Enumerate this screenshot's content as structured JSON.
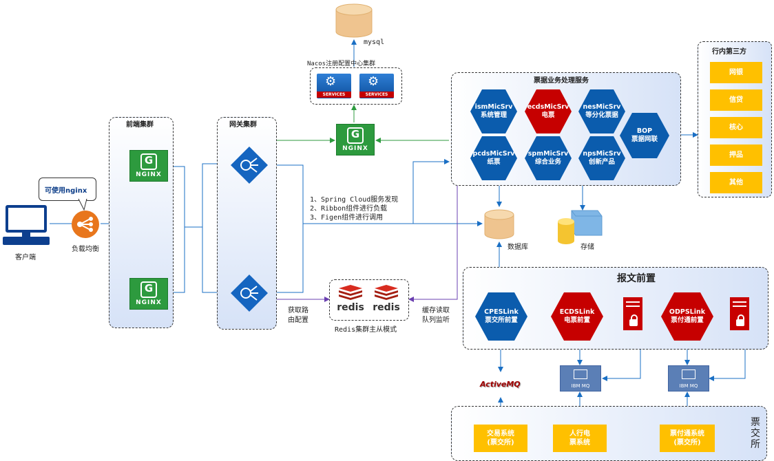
{
  "client": {
    "label": "客户端"
  },
  "lb": {
    "label": "负载均衡",
    "callout": "可使用nginx"
  },
  "frontend": {
    "label": "前端集群",
    "nginx_text": "NGINX"
  },
  "gateway": {
    "label": "网关集群"
  },
  "nacos": {
    "label": "Nacos注册配置中心集群",
    "services_text": "SERVICES"
  },
  "mysql": {
    "label": "mysql"
  },
  "notes": {
    "line1": "1、Spring Cloud服务发现",
    "line2": "2、Ribbon组件进行负载",
    "line3": "3、Figen组件进行调用",
    "route_config_1": "获取路",
    "route_config_2": "由配置",
    "cache_read_1": "缓存读取",
    "cache_read_2": "队列监听"
  },
  "redis": {
    "label": "Redis集群主从模式",
    "logo_text": "redis"
  },
  "business": {
    "title": "票据业务处理服务",
    "services": [
      {
        "name": "ismMicSrv",
        "desc": "系统管理",
        "color": "blue"
      },
      {
        "name": "ecdsMicSrv",
        "desc": "电票",
        "color": "red"
      },
      {
        "name": "nesMicSrv",
        "desc": "等分化票据",
        "color": "blue"
      },
      {
        "name": "pcdsMicSrv",
        "desc": "纸票",
        "color": "blue"
      },
      {
        "name": "spmMicSrv",
        "desc": "综合业务",
        "color": "blue"
      },
      {
        "name": "npsMicSrv",
        "desc": "创新产品",
        "color": "blue"
      },
      {
        "name": "BOP",
        "desc": "票据网联",
        "color": "blue"
      }
    ]
  },
  "thirdparty": {
    "title": "行内第三方",
    "items": [
      "网银",
      "信贷",
      "核心",
      "押品",
      "其他"
    ]
  },
  "storage": {
    "db_label": "数据库",
    "store_label": "存储"
  },
  "gateway_front": {
    "title": "报文前置",
    "links": [
      {
        "name": "CPESLink",
        "desc": "票交所前置",
        "color": "blue"
      },
      {
        "name": "ECDSLink",
        "desc": "电票前置",
        "color": "red"
      },
      {
        "name": "ODPSLink",
        "desc": "票付通前置",
        "color": "red"
      }
    ]
  },
  "mq": {
    "activemq": "ActiveMQ",
    "ibm_label": "IBM MQ"
  },
  "exchange": {
    "side_label": "票交所",
    "items": [
      {
        "line1": "交易系统",
        "line2": "(票交所)"
      },
      {
        "line1": "人行电",
        "line2": "票系统"
      },
      {
        "line1": "票付通系统",
        "line2": "(票交所)"
      }
    ]
  },
  "colors": {
    "accent_blue": "#0b5cad",
    "accent_red": "#c60000",
    "accent_orange": "#ffc000",
    "nginx_green": "#2d9a3e"
  }
}
